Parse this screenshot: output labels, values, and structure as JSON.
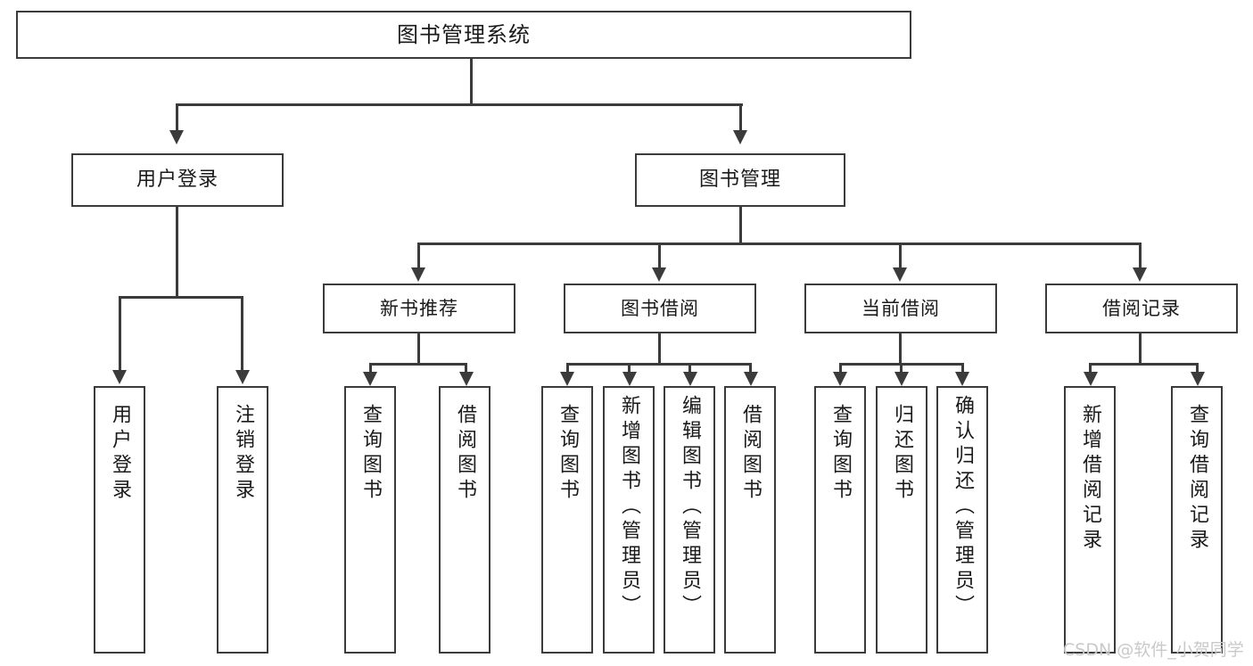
{
  "diagram": {
    "title": "图书管理系统",
    "type": "tree-hierarchy-chart"
  },
  "nodes": {
    "root": {
      "label": "图书管理系统"
    },
    "level2": [
      {
        "label": "用户登录"
      },
      {
        "label": "图书管理"
      }
    ],
    "level3": [
      {
        "label": "新书推荐"
      },
      {
        "label": "图书借阅"
      },
      {
        "label": "当前借阅"
      },
      {
        "label": "借阅记录"
      }
    ],
    "leaves": {
      "user_login": [
        {
          "label": "用户登录"
        },
        {
          "label": "注销登录"
        }
      ],
      "new_book_recommend": [
        {
          "label": "查询图书"
        },
        {
          "label": "借阅图书"
        }
      ],
      "book_borrow": [
        {
          "label": "查询图书"
        },
        {
          "label": "新增图书（管理员）"
        },
        {
          "label": "编辑图书（管理员）"
        },
        {
          "label": "借阅图书"
        }
      ],
      "current_borrow": [
        {
          "label": "查询图书"
        },
        {
          "label": "归还图书"
        },
        {
          "label": "确认归还（管理员）"
        }
      ],
      "borrow_record": [
        {
          "label": "新增借阅记录"
        },
        {
          "label": "查询借阅记录"
        }
      ]
    }
  },
  "watermark": {
    "text": "CSDN @软件_小贺同学"
  },
  "colors": {
    "stroke": "#3b3b3b",
    "fill": "#ffffff",
    "text": "#1a1a1a",
    "watermark": "#c9c9c9"
  }
}
